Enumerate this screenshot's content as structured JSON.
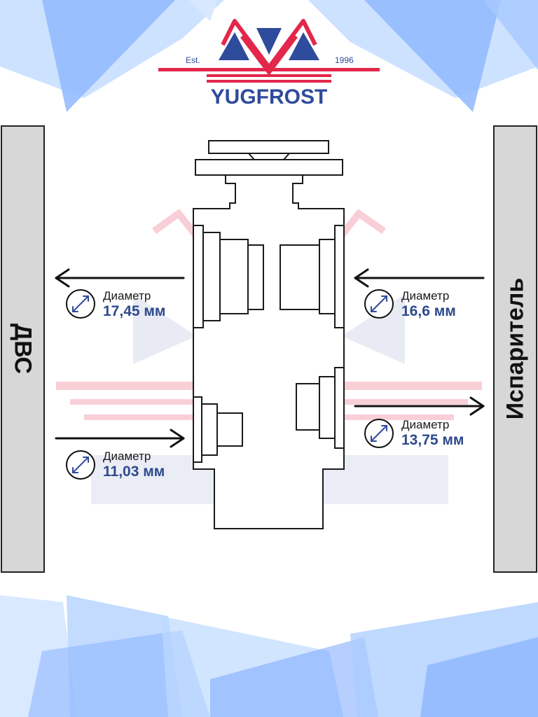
{
  "brand": {
    "name": "YUGFROST",
    "est_label": "Est.",
    "year": "1996",
    "colors": {
      "red": "#e3274b",
      "blue": "#2f4b9b",
      "light_blue": "#9cc5ff"
    }
  },
  "panels": {
    "left": "ДВС",
    "right": "Испаритель"
  },
  "ports": [
    {
      "caption": "Диаметр",
      "value": "17,45 мм",
      "flow": "out-left"
    },
    {
      "caption": "Диаметр",
      "value": "16,6 мм",
      "flow": "in-from-right"
    },
    {
      "caption": "Диаметр",
      "value": "11,03 мм",
      "flow": "in-from-left"
    },
    {
      "caption": "Диаметр",
      "value": "13,75 мм",
      "flow": "out-right"
    }
  ],
  "icons": [
    "diameter-icon",
    "arrow-icon",
    "brand-logo-icon"
  ]
}
